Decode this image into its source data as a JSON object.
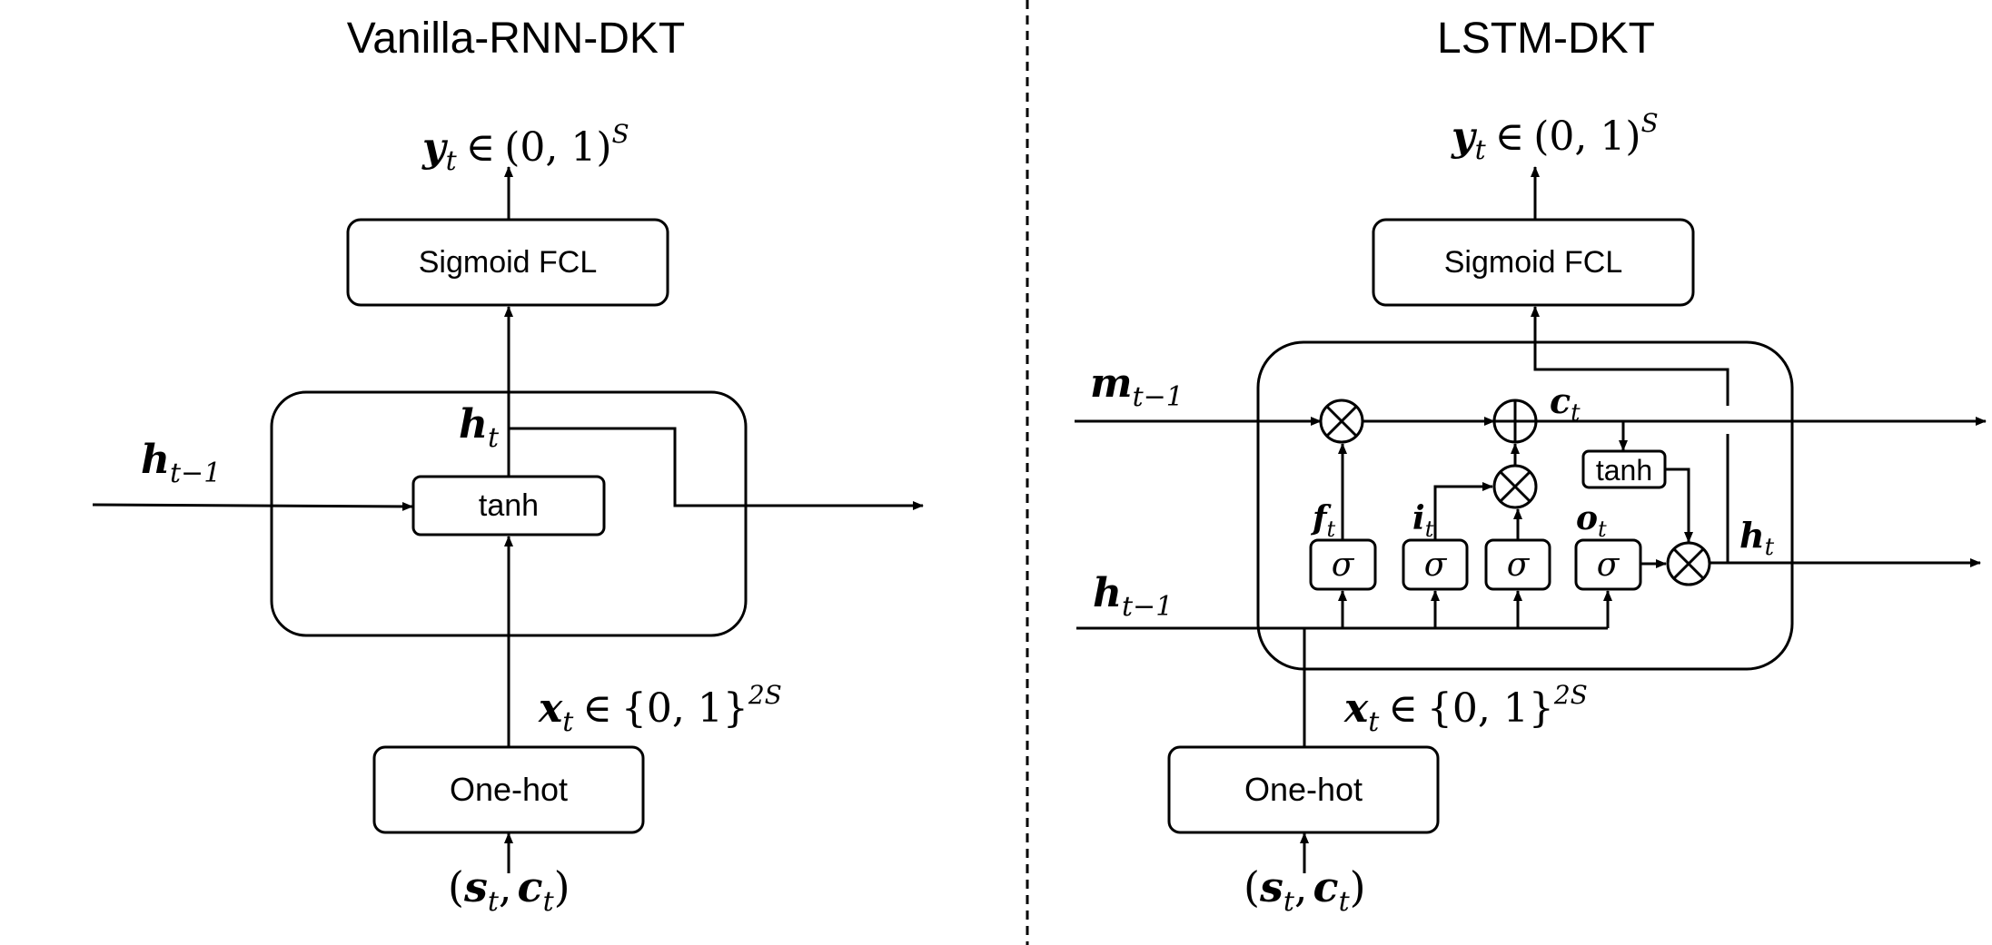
{
  "titles": {
    "left": "Vanilla-RNN-DKT",
    "right": "LSTM-DKT"
  },
  "boxes": {
    "sigmoid_fcl": "Sigmoid FCL",
    "tanh": "tanh",
    "one_hot": "One-hot",
    "sigma": "σ"
  },
  "vars": {
    "y": "y",
    "t": "t",
    "in": "∈",
    "y_set": "(0, 1)",
    "S": "S",
    "x": "x",
    "x_set": "{0, 1}",
    "twoS": "2S",
    "h": "h",
    "t_minus_1": "t−1",
    "m": "m",
    "c": "c",
    "f": "f",
    "i": "i",
    "o": "o",
    "paren_open": "(",
    "s": "s",
    "comma": ",",
    "paren_close": ")"
  }
}
